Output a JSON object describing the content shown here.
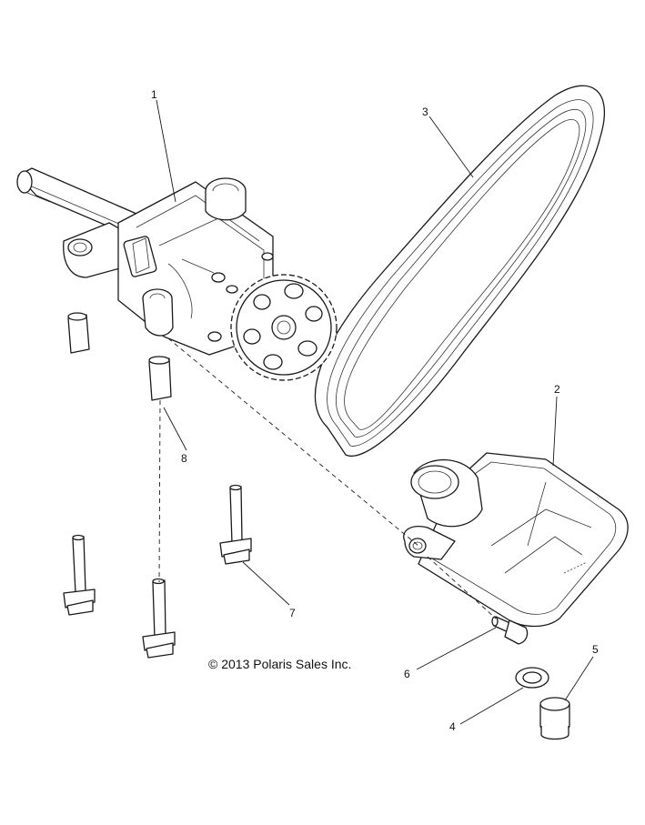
{
  "callouts": [
    {
      "id": "1",
      "label": "1"
    },
    {
      "id": "2",
      "label": "2"
    },
    {
      "id": "3",
      "label": "3"
    },
    {
      "id": "4",
      "label": "4"
    },
    {
      "id": "5",
      "label": "5"
    },
    {
      "id": "6",
      "label": "6"
    },
    {
      "id": "7",
      "label": "7"
    },
    {
      "id": "8",
      "label": "8"
    }
  ],
  "copyright": "© 2013 Polaris Sales Inc."
}
